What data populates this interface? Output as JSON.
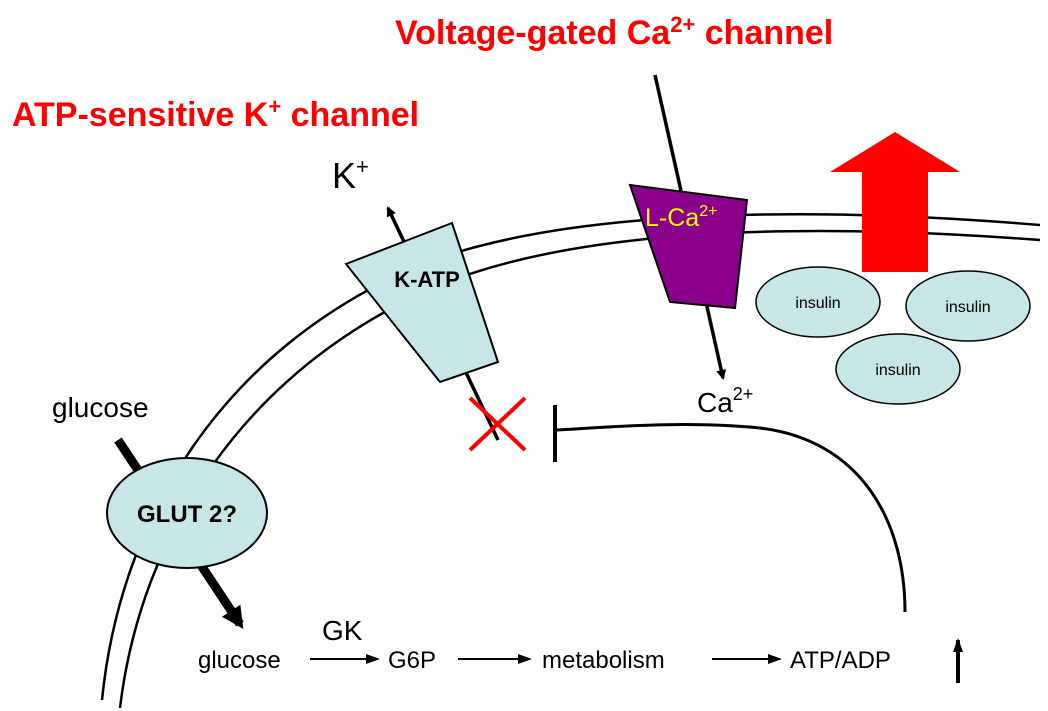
{
  "titles": {
    "voltage_gated": {
      "main": "Voltage-gated Ca",
      "sup": "2+",
      "rest": " channel"
    },
    "atp_sensitive": {
      "main": "ATP-sensitive K",
      "sup": "+",
      "rest": " channel"
    }
  },
  "channels": {
    "katp_label": "K-ATP",
    "lca_main": "L-Ca",
    "lca_sup": "2+",
    "glut_label": "GLUT 2?"
  },
  "ions": {
    "k_main": "K",
    "k_sup": "+",
    "ca_main": "Ca",
    "ca_sup": "2+"
  },
  "glucose_outside": "glucose",
  "insulin_granules": [
    "insulin",
    "insulin",
    "insulin"
  ],
  "pathway": {
    "enzyme": "GK",
    "steps": [
      "glucose",
      "G6P",
      "metabolism",
      "ATP/ADP"
    ]
  },
  "colors": {
    "title": "#ff0000",
    "channel_fill": "#c6e6e8",
    "lca_fill": "#8b008b",
    "lca_text": "#ffff00",
    "secretion_arrow": "#ff0000",
    "block_x": "#ff0000"
  }
}
